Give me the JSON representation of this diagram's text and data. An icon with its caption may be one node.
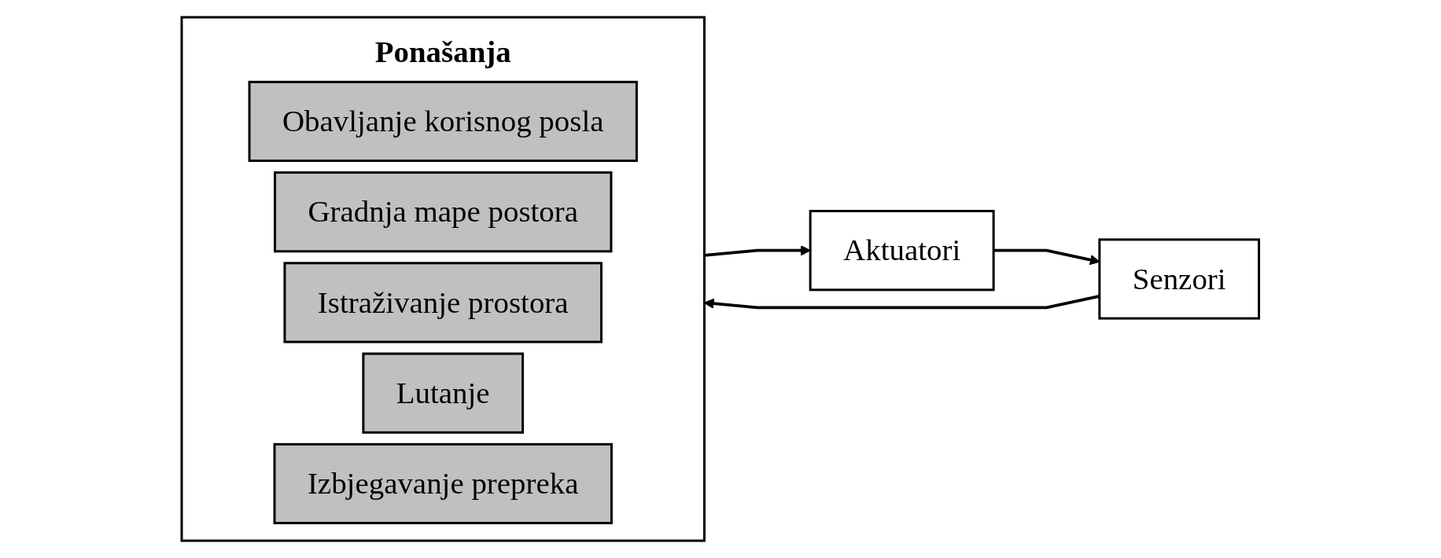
{
  "diagram": {
    "nodes": [
      {
        "text": [
          "Senzori"
        ]
      },
      {
        "text": [
          "Ponašanja"
        ]
      },
      {
        "text": [
          "Obavljanje korisnog posla"
        ],
        "in": 1
      },
      {
        "text": [
          "Gradnja mape postora"
        ],
        "in": 1
      },
      {
        "text": [
          "Istraživanje prostora"
        ],
        "in": 1
      },
      {
        "text": [
          "Lutanje"
        ],
        "in": 1
      },
      {
        "text": [
          "Izbjegavanje prepreka"
        ],
        "in": 1
      },
      {
        "text": [
          "Aktuatori"
        ]
      }
    ],
    "edges": [
      {
        "from": 0,
        "to": 1,
        "arrow": "to"
      },
      {
        "from": 1,
        "to": 7,
        "arrow": "to"
      },
      {
        "from": 7,
        "to": 0,
        "arrow": "to"
      }
    ]
  }
}
